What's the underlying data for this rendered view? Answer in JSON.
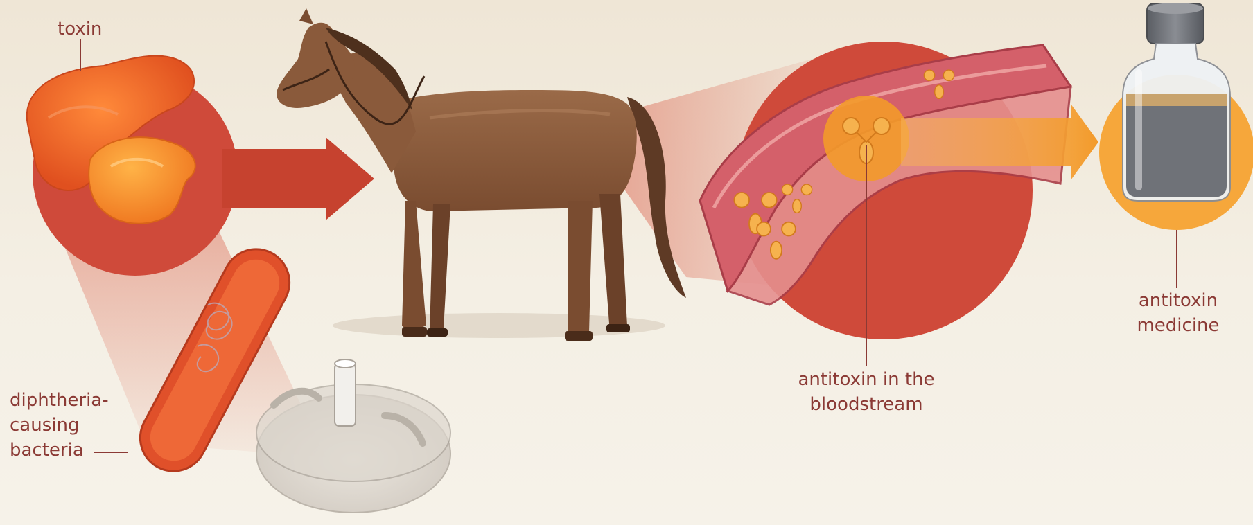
{
  "labels": {
    "toxin": "toxin",
    "bacteria_line1": "diphtheria-",
    "bacteria_line2": "causing",
    "bacteria_line3": "bacteria",
    "antitoxin_blood_line1": "antitoxin in the",
    "antitoxin_blood_line2": "bloodstream",
    "antitoxin_medicine_line1": "antitoxin",
    "antitoxin_medicine_line2": "medicine"
  },
  "colors": {
    "background": "#f3ede1",
    "label_text": "#8b3a35",
    "toxin_orange": "#e8642a",
    "arrow_red": "#c6422f",
    "zoom_circle_red": "#cf4a3a",
    "horse_brown": "#8e5f40",
    "vessel_pink": "#d76a6e",
    "antibody_orange": "#f3a037",
    "medicine_orange": "#f6a73b",
    "vial_gray": "#6f7278"
  },
  "icons": [
    "toxin-icon",
    "bacterium-icon",
    "petri-dish-icon",
    "horse-icon",
    "blood-vessel-icon",
    "antibody-icon",
    "vial-icon",
    "arrow-icon"
  ]
}
